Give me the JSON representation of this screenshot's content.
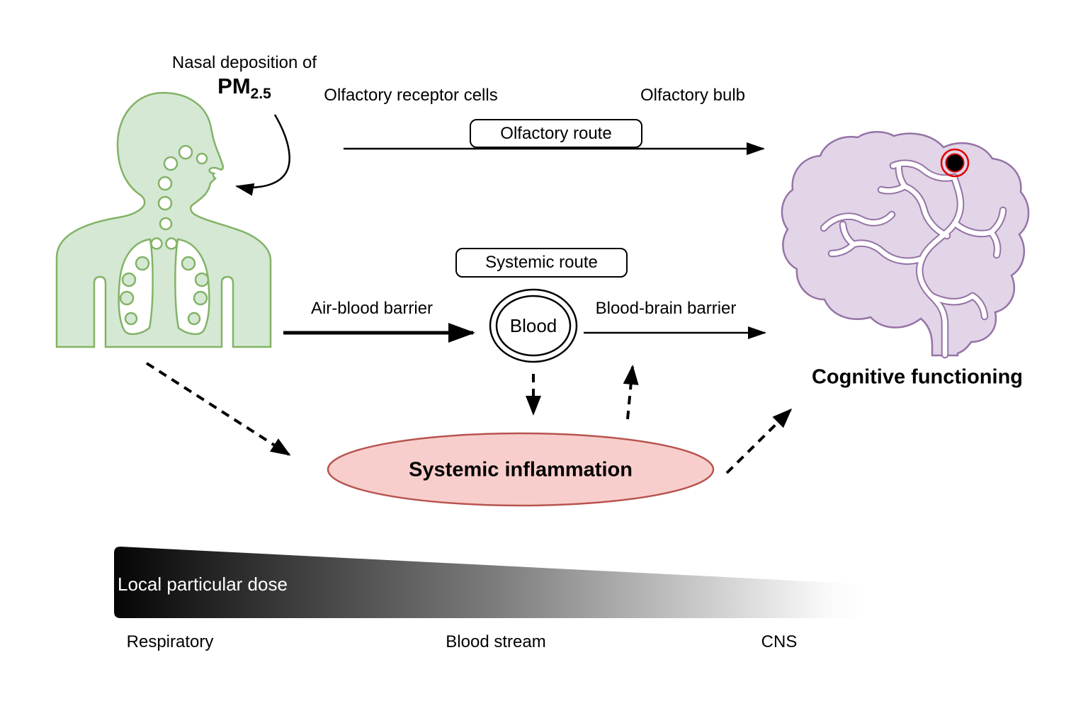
{
  "nasal": {
    "line1": "Nasal deposition of",
    "pm": "PM",
    "pm_sub": "2.5"
  },
  "olfactory": {
    "receptor_cells": "Olfactory receptor cells",
    "bulb": "Olfactory bulb",
    "route": "Olfactory route"
  },
  "systemic": {
    "route": "Systemic route",
    "air_blood_barrier": "Air-blood barrier",
    "blood": "Blood",
    "blood_brain_barrier": "Blood-brain barrier"
  },
  "inflammation": {
    "label": "Systemic inflammation"
  },
  "cognition": {
    "label": "Cognitive functioning"
  },
  "dose_bar": {
    "label": "Local particular dose",
    "stages": [
      "Respiratory",
      "Blood stream",
      "CNS"
    ]
  },
  "colors": {
    "body_fill": "#d5e8d4",
    "body_stroke": "#82b366",
    "brain_fill": "#e1d5e7",
    "brain_stroke": "#9673a6",
    "inflammation_fill": "#f8cecc",
    "inflammation_stroke": "#b85450",
    "marker_red": "#e60000",
    "ink": "#000000"
  }
}
